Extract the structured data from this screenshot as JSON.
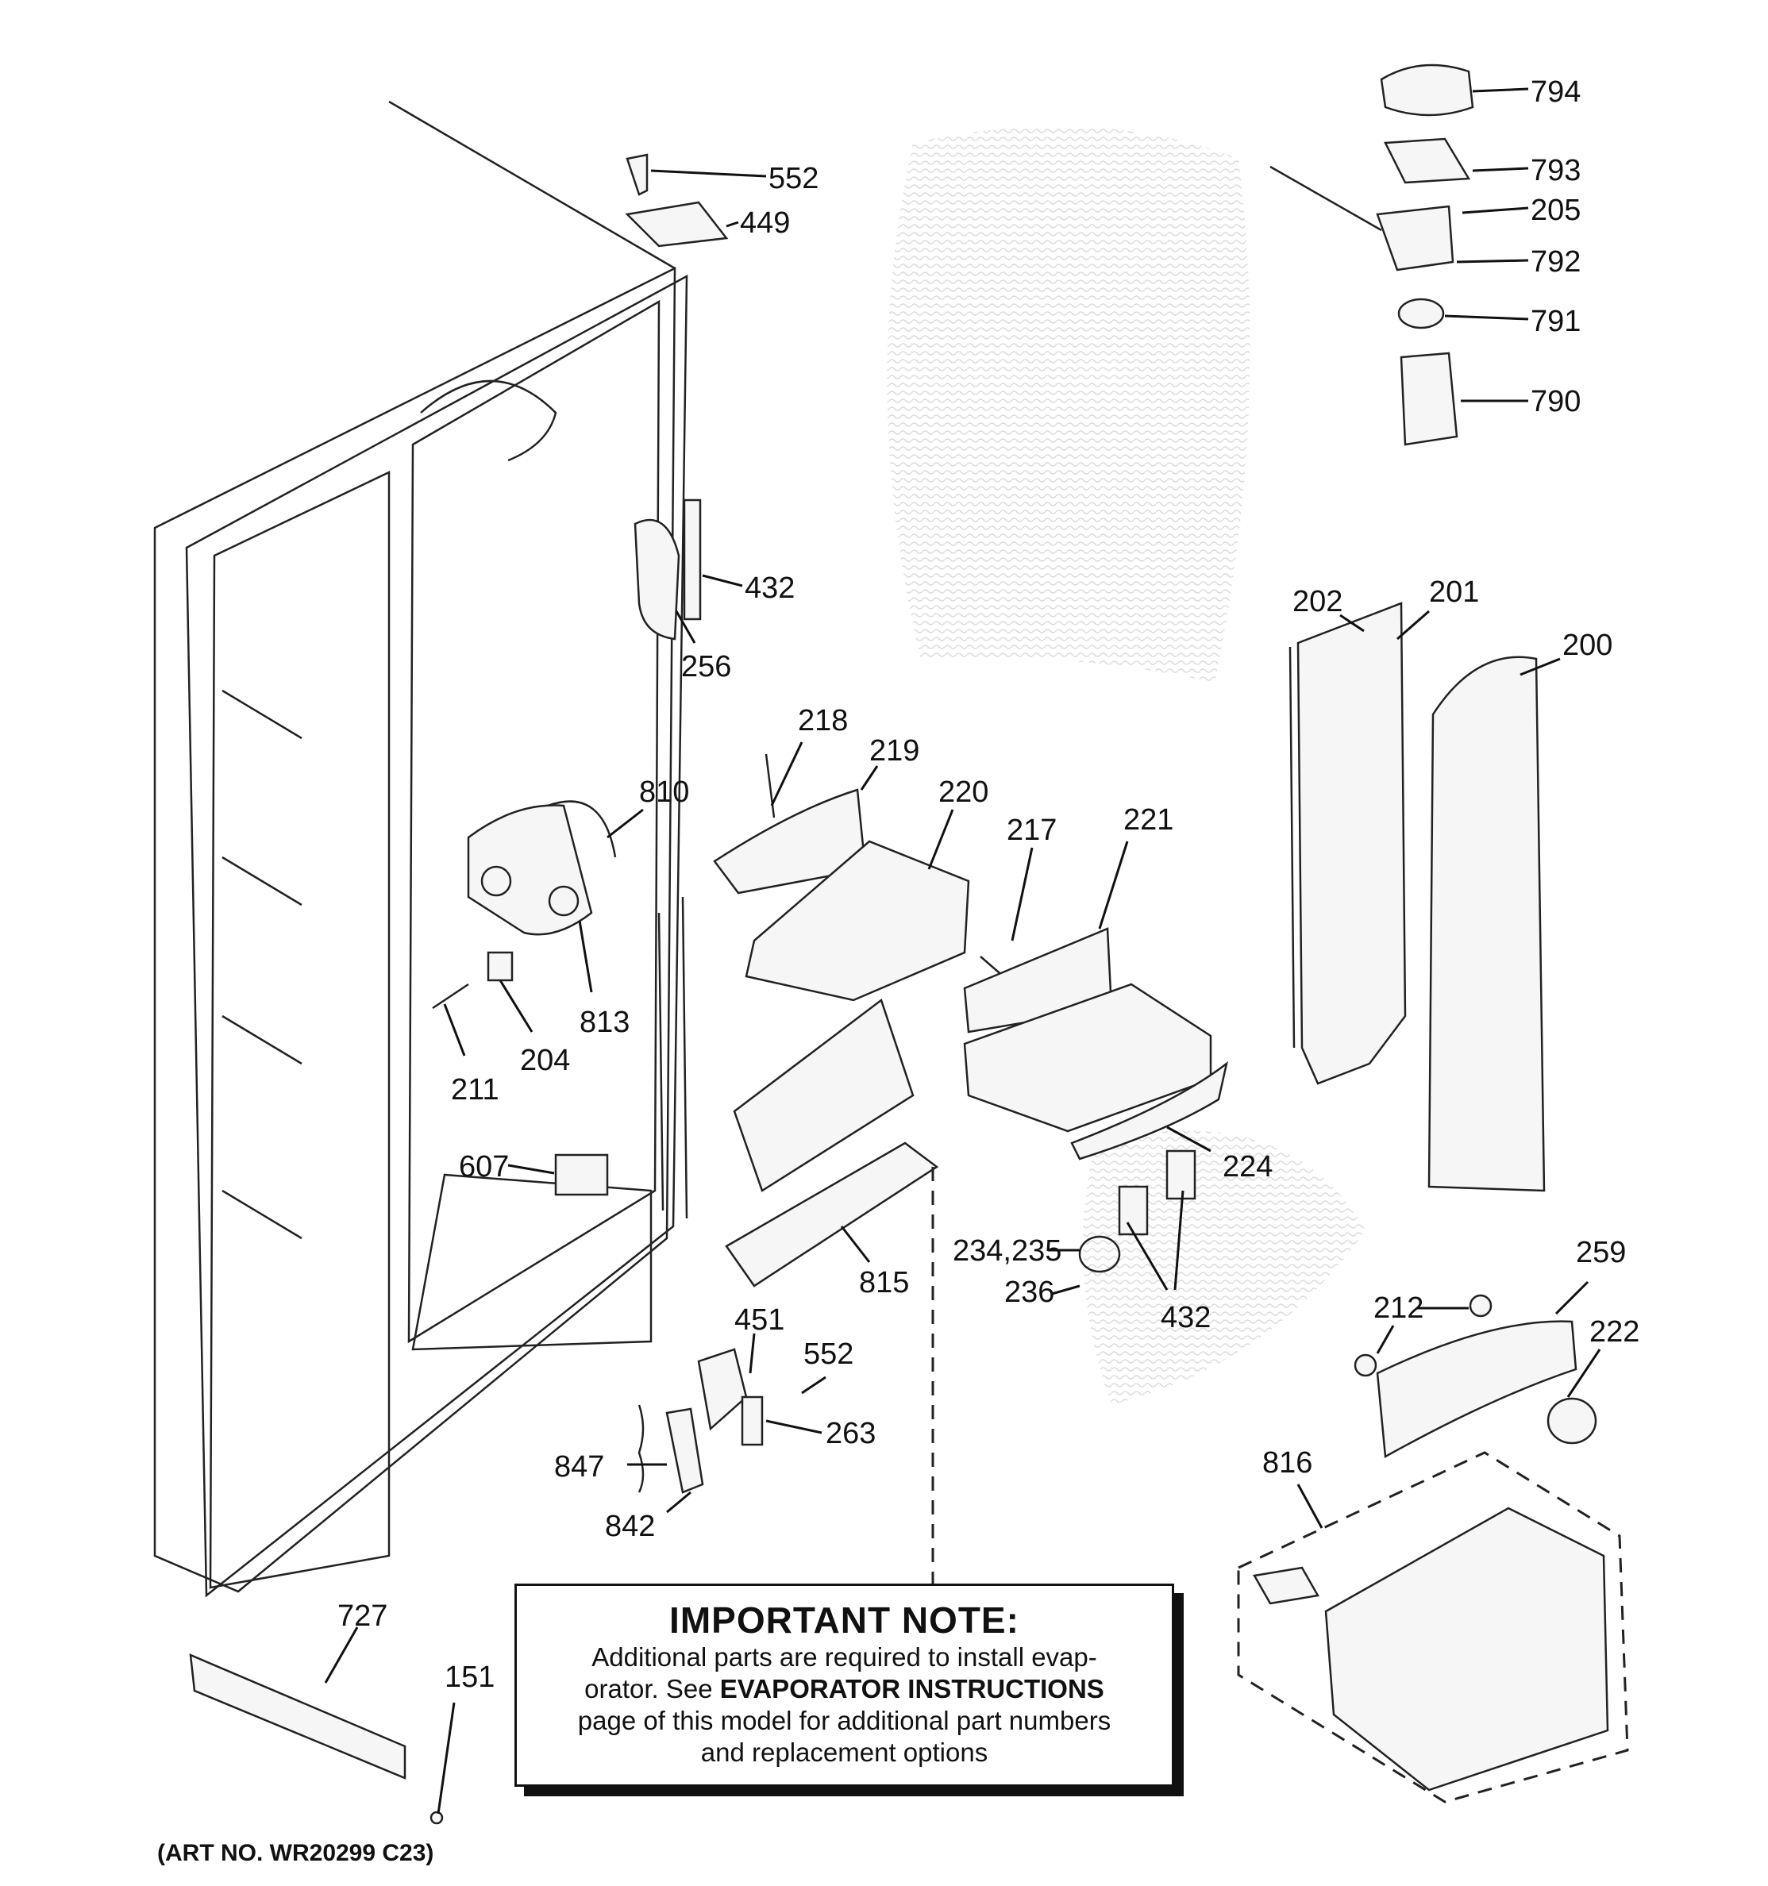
{
  "labels": {
    "l794": "794",
    "l793": "793",
    "l205": "205",
    "l792": "792",
    "l791": "791",
    "l790": "790",
    "l552a": "552",
    "l449": "449",
    "l432a": "432",
    "l256": "256",
    "l202": "202",
    "l201": "201",
    "l200": "200",
    "l218": "218",
    "l219": "219",
    "l220": "220",
    "l217": "217",
    "l221": "221",
    "l810": "810",
    "l813": "813",
    "l204": "204",
    "l211": "211",
    "l607": "607",
    "l224": "224",
    "l234": "234,235",
    "l236": "236",
    "l432b": "432",
    "l815": "815",
    "l451": "451",
    "l552b": "552",
    "l263": "263",
    "l847": "847",
    "l842": "842",
    "l259": "259",
    "l212": "212",
    "l222": "222",
    "l816": "816",
    "l727": "727",
    "l151": "151"
  },
  "note": {
    "title": "IMPORTANT NOTE:",
    "line1": "Additional parts are required to install evap-",
    "line2_pre": "orator.  See ",
    "line2_bold": "EVAPORATOR INSTRUCTIONS",
    "line3": "page of this model for additional part numbers",
    "line4": "and replacement options"
  },
  "art_number": "(ART NO. WR20299 C23)"
}
